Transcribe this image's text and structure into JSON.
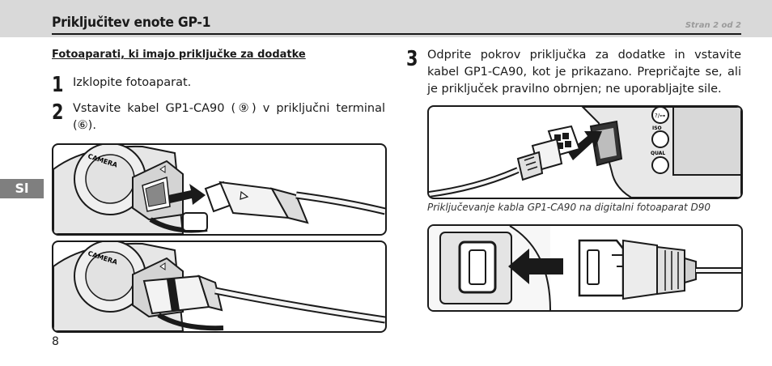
{
  "header": {
    "title": "Priključitev enote GP-1",
    "page_info": "Stran 2 od 2"
  },
  "side_tab": "Sl",
  "section_heading": "Fotoaparati, ki imajo priključke za dodatke",
  "steps": [
    {
      "number": "1",
      "text": "Izklopite fotoaparat."
    },
    {
      "number": "2",
      "text": "Vstavite kabel GP1-CA90 (⑨) v priključni terminal (⑥)."
    },
    {
      "number": "3",
      "text": "Odprite pokrov priključka za dodatke in vstavite kabel GP1-CA90, kot je prikazano. Prepričajte se, ali je priključek pravilno obrnjen; ne uporabljajte sile."
    }
  ],
  "figures": {
    "fig1_label": "CAMERA",
    "fig2_label": "CAMERA",
    "d90_buttons": [
      "?/⊶",
      "ISO",
      "QUAL"
    ],
    "d90_caption": "Priključevanje kabla GP1-CA90 na digitalni fotoaparat D90"
  },
  "page_number": "8"
}
